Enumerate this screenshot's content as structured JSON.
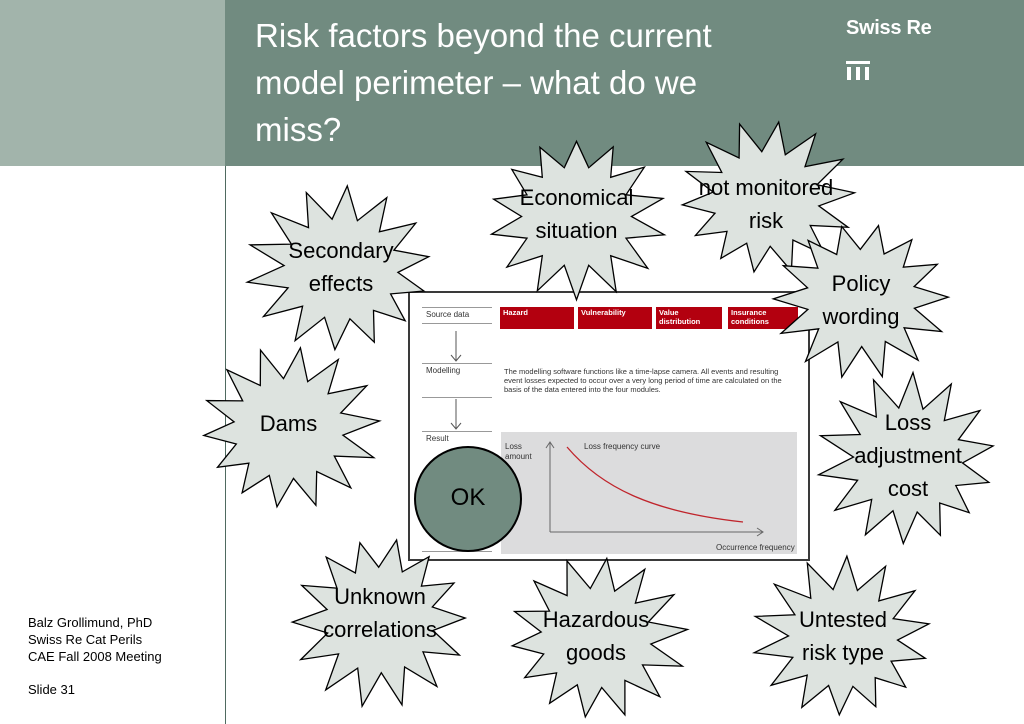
{
  "header": {
    "title": "Risk factors beyond the current\nmodel perimeter – what do we\nmiss?",
    "brand": "Swiss Re"
  },
  "footer": {
    "author": "Balz Grollimund, PhD",
    "org": "Swiss Re Cat Perils",
    "meeting": "CAE Fall 2008 Meeting",
    "slide": "Slide 31"
  },
  "diagram": {
    "source_data": "Source data",
    "modelling": "Modelling",
    "result": "Result",
    "modules": [
      "Hazard",
      "Vulnerability",
      "Value distribution",
      "Insurance conditions"
    ],
    "description": "The modelling software functions like a time-lapse camera. All events and resulting event losses expected to occur over a very long period of time are calculated on the basis of the data entered into the four modules.",
    "y_axis_label": "Loss amount",
    "curve_label": "Loss frequency curve",
    "x_axis_label": "Occurrence frequency"
  },
  "ok_label": "OK",
  "stars": [
    {
      "id": "economical-situation",
      "label": "Economical\nsituation"
    },
    {
      "id": "not-monitored-risk",
      "label": "not monitored\nrisk"
    },
    {
      "id": "secondary-effects",
      "label": "Secondary\neffects"
    },
    {
      "id": "policy-wording",
      "label": "Policy\nwording"
    },
    {
      "id": "dams",
      "label": "Dams"
    },
    {
      "id": "loss-adjustment-cost",
      "label": "Loss\nadjustment\ncost"
    },
    {
      "id": "unknown-correlations",
      "label": "Unknown\ncorrelations"
    },
    {
      "id": "hazardous-goods",
      "label": "Hazardous\ngoods"
    },
    {
      "id": "untested-risk-type",
      "label": "Untested\nrisk type"
    }
  ],
  "colors": {
    "header_bg": "#718b80",
    "left_band": "#a2b4ab",
    "star_fill": "#dde3df",
    "module_red": "#b3000f",
    "curve_red": "#c0242b"
  }
}
